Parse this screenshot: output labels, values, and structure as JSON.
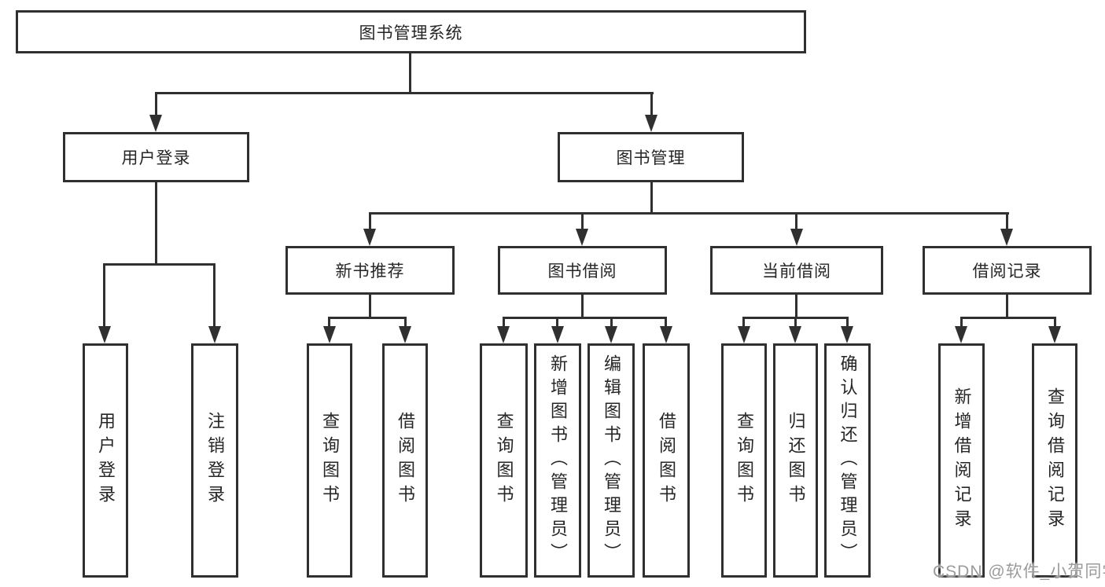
{
  "tree": {
    "root": "图书管理系统",
    "branches": [
      {
        "label": "用户登录",
        "children": [
          "用户登录",
          "注销登录"
        ]
      },
      {
        "label": "图书管理",
        "children": [
          {
            "label": "新书推荐",
            "children": [
              "查询图书",
              "借阅图书"
            ]
          },
          {
            "label": "图书借阅",
            "children": [
              "查询图书",
              "新增图书（管理员）",
              "编辑图书（管理员）",
              "借阅图书"
            ]
          },
          {
            "label": "当前借阅",
            "children": [
              "查询图书",
              "归还图书",
              "确认归还（管理员）"
            ]
          },
          {
            "label": "借阅记录",
            "children": [
              "新增借阅记录",
              "查询借阅记录"
            ]
          }
        ]
      }
    ]
  },
  "watermark": {
    "text": "CSDN @软件_小贺同学"
  },
  "colors": {
    "line": "#303030",
    "box_border": "#303030",
    "text": "#262626",
    "watermark": "#9b9b9b",
    "background": "#ffffff"
  }
}
